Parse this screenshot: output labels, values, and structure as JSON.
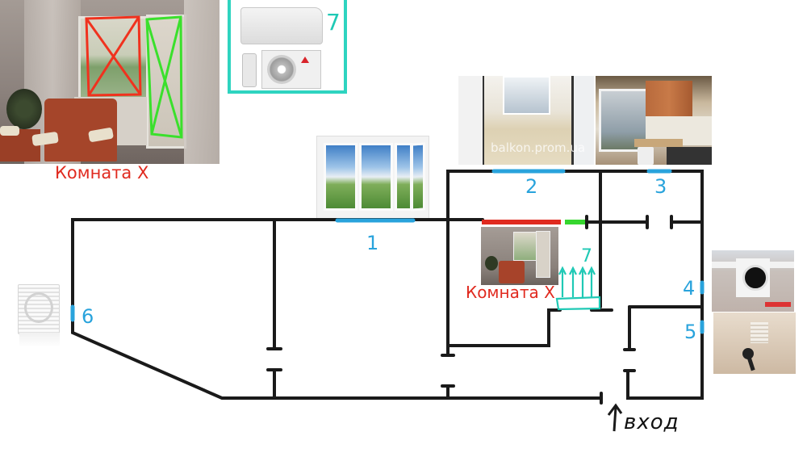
{
  "diagram": {
    "type": "apartment floor plan (ventilation scheme)",
    "colors": {
      "wall": "#1a1a1a",
      "window_marker": "#29a3dc",
      "closed_window": "#e02a1f",
      "open_door": "#36d62e",
      "ac_highlight": "#1fc9b5",
      "room_label": "#e02a1f"
    },
    "photos": {
      "room_x_large": {
        "caption": "Комната X",
        "description": "room photo with window crossed red and balcony door crossed green"
      },
      "air_conditioner": {
        "number": "7",
        "description": "split-system air conditioner (indoor unit, outdoor unit, remote)"
      },
      "window_1": {
        "description": "three-section PVC window"
      },
      "balcony_2": {
        "description": "balcony interior",
        "watermark": "balkon.prom.ua"
      },
      "kitchen_3": {
        "description": "kitchen with window"
      },
      "room_x_small": {
        "caption": "Комната X"
      },
      "vent_4": {
        "description": "round ventilation opening"
      },
      "vent_5": {
        "description": "bathroom ventilation grille"
      },
      "fan_6": {
        "description": "exhaust fan"
      }
    },
    "markers": [
      {
        "id": "1",
        "label": "1",
        "meaning": "window"
      },
      {
        "id": "2",
        "label": "2",
        "meaning": "balcony window"
      },
      {
        "id": "3",
        "label": "3",
        "meaning": "kitchen window"
      },
      {
        "id": "4",
        "label": "4",
        "meaning": "ventilation opening"
      },
      {
        "id": "5",
        "label": "5",
        "meaning": "bathroom ventilation"
      },
      {
        "id": "6",
        "label": "6",
        "meaning": "exhaust fan"
      },
      {
        "id": "7",
        "label": "7",
        "meaning": "air conditioner"
      }
    ],
    "room_label": "Комната X",
    "entrance_label": "вход",
    "entrance_arrow": "↑"
  }
}
